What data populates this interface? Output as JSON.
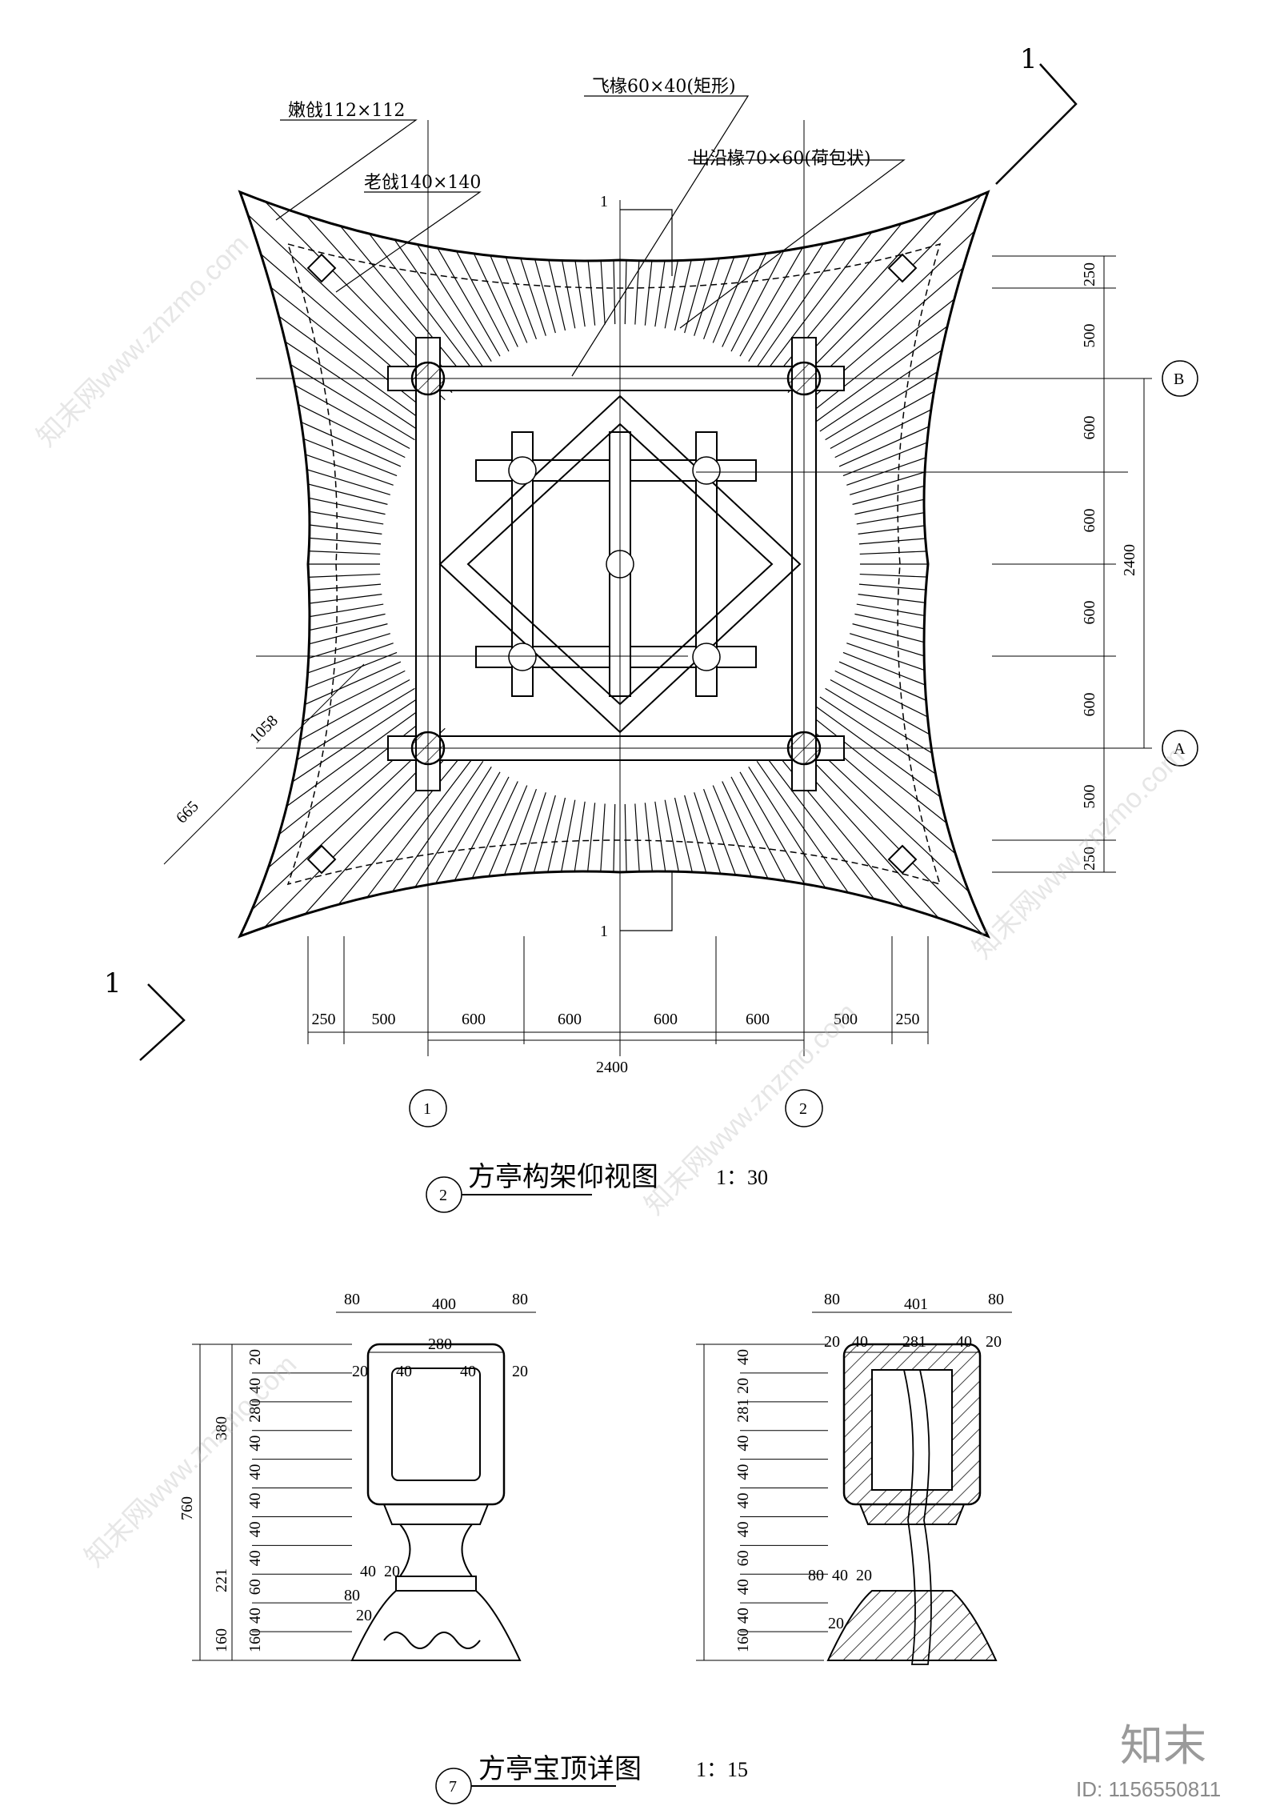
{
  "plan": {
    "labels": {
      "nen_ji": "嫩戗112×112",
      "lao_ji": "老戗140×140",
      "fei_chuan": "飞椽60×40(矩形)",
      "chu_yan_chuan": "出沿椽70×60(荷包状)"
    },
    "section_mark": "1",
    "section_small": "1",
    "axes": {
      "B": "B",
      "A": "A",
      "one": "1",
      "two": "2"
    },
    "bottom_dims": [
      "250",
      "500",
      "600",
      "600",
      "600",
      "600",
      "500",
      "250"
    ],
    "bottom_total": "2400",
    "right_dims": [
      "250",
      "500",
      "600",
      "600",
      "600",
      "600",
      "500",
      "250"
    ],
    "right_total": "2400",
    "diag_dims": {
      "d1": "1058",
      "d2": "665"
    },
    "title": "方亭构架仰视图",
    "scale": "1：30",
    "drawing_no": "2"
  },
  "finial": {
    "title": "方亭宝顶详图",
    "scale": "1：15",
    "drawing_no": "7",
    "left": {
      "top_dims": {
        "a": "80",
        "b": "400",
        "c": "80",
        "d": "280",
        "e": "20",
        "f": "40",
        "g": "40",
        "h": "20"
      },
      "left_dims": {
        "total": "760",
        "upper": "380",
        "lower": "221",
        "base": "160"
      },
      "inner_dims": [
        "20",
        "40",
        "280",
        "40",
        "40",
        "40",
        "40",
        "40",
        "60",
        "40",
        "160"
      ],
      "mid_dims": {
        "m1": "40",
        "m2": "20",
        "m3": "80",
        "m4": "20"
      }
    },
    "right": {
      "top_dims": {
        "a": "80",
        "b": "401",
        "c": "80",
        "d": "20",
        "e": "40",
        "f": "281",
        "g": "40",
        "h": "20"
      },
      "inner_dims": [
        "40",
        "20",
        "281",
        "40",
        "40",
        "40",
        "40",
        "60",
        "40",
        "40",
        "160"
      ],
      "mid_dims": {
        "m1": "80",
        "m2": "40",
        "m3": "20",
        "m4": "20"
      }
    }
  },
  "watermark": {
    "text": "知末网www.znzmo.com",
    "logo": "知末",
    "id": "ID: 1156550811"
  }
}
